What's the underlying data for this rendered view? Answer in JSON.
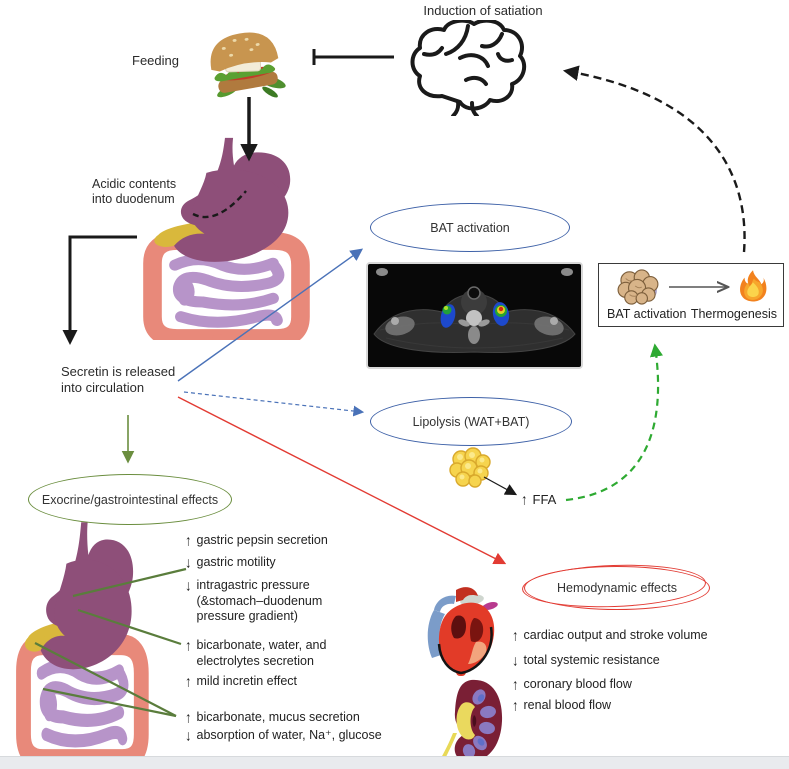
{
  "figure": {
    "satiation": "Induction of satiation",
    "feeding": "Feeding",
    "acidic": "Acidic contents\ninto duodenum",
    "secretin": "Secretin is released\ninto circulation",
    "bat_ellipse": "BAT activation",
    "lipolysis_ellipse": "Lipolysis (WAT+BAT)",
    "exocrine_ellipse": "Exocrine/gastrointestinal effects",
    "hemodynamic_ellipse": "Hemodynamic effects",
    "ffa": "FFA",
    "thermo_box": {
      "bat_label": "BAT activation",
      "thermo_label": "Thermogenesis"
    }
  },
  "glyphs": {
    "up": "↑",
    "down": "↓"
  },
  "gi_effects": [
    {
      "dir": "up",
      "text": "gastric pepsin secretion"
    },
    {
      "dir": "down",
      "text": "gastric motility"
    },
    {
      "dir": "down",
      "text": "intragastric pressure\n(&stomach–duodenum\npressure gradient)"
    },
    {
      "dir": "up",
      "text": "bicarbonate, water, and\nelectrolytes secretion"
    },
    {
      "dir": "up",
      "text": "mild incretin effect"
    },
    {
      "dir": "up",
      "text": "bicarbonate, mucus secretion"
    },
    {
      "dir": "down",
      "text": "absorption of water, Na⁺, glucose"
    }
  ],
  "hemo_effects": [
    {
      "dir": "up",
      "text": "cardiac output and stroke volume"
    },
    {
      "dir": "down",
      "text": "total systemic resistance"
    },
    {
      "dir": "up",
      "text": "coronary blood flow"
    },
    {
      "dir": "up",
      "text": "renal blood flow"
    }
  ],
  "colors": {
    "blue_accent": "#3f62a8",
    "green_accent": "#6b8e3f",
    "red_accent": "#e23b33",
    "bright_green_dashed": "#2eaa32",
    "line_black": "#1a1a1a"
  }
}
